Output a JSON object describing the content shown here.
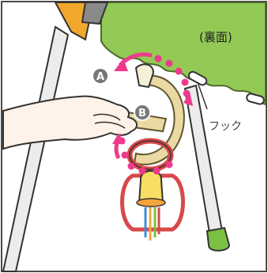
{
  "labels": {
    "back_side": "(裏面)",
    "hook": "フック",
    "marker_a": "A",
    "marker_b": "B"
  },
  "colors": {
    "background": "#ffffff",
    "frame_border": "#4a4a4a",
    "play_mat_green": "#93c955",
    "leg_pole": "#ececec",
    "leg_outline": "#333333",
    "foot_cap": "#7bc043",
    "toy_bar_orange": "#f1a82c",
    "toy_bar_dark": "#8a8a8a",
    "ring_beige": "#ead9a2",
    "ring_outline": "#5d5530",
    "step_dot_pink": "#ee3a8c",
    "arrow_pink": "#ee3a8c",
    "hand_skin": "#fff2e8",
    "toy_red": "#d8484a",
    "toy_orange": "#f5a43c",
    "toy_yellow": "#f8de62",
    "marker_fill": "#777777",
    "hook_text": "#444444"
  },
  "icons": [
    "play-mat-shape",
    "toy-hanger-strap",
    "hook",
    "rattle-toy",
    "hand-illustration",
    "rotation-arrow-icon",
    "marker-a-icon",
    "marker-b-icon"
  ]
}
